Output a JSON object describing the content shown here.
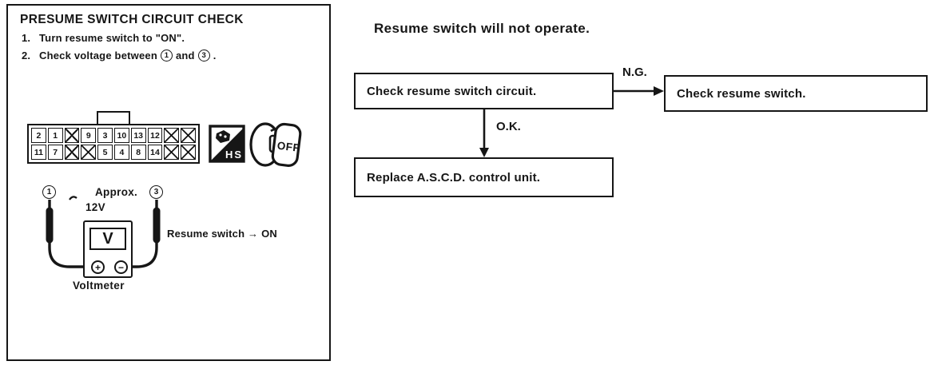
{
  "panel": {
    "title": "PRESUME SWITCH CIRCUIT CHECK",
    "steps": [
      {
        "num": "1.",
        "text": "Turn resume switch to \"ON\"."
      },
      {
        "num": "2.",
        "before": "Check voltage between",
        "pin_a": "1",
        "mid": "and",
        "pin_b": "3",
        "after": "."
      }
    ],
    "connector": {
      "top_row": [
        "2",
        "1",
        "X",
        "9",
        "3",
        "10",
        "13",
        "12",
        "X",
        "X"
      ],
      "bottom_row": [
        "11",
        "7",
        "X",
        "X",
        "5",
        "4",
        "8",
        "14",
        "X",
        "X"
      ],
      "hs_label": "HS"
    },
    "ignition_icon_label": "OFF",
    "meter": {
      "pin_left": "1",
      "pin_right": "3",
      "approx_line1": "Approx.",
      "approx_line2": "12V",
      "display": "V",
      "plus": "+",
      "minus": "−",
      "label": "Voltmeter",
      "note": "Resume switch → ON"
    }
  },
  "flowchart": {
    "title": "Resume switch will not operate.",
    "boxes": [
      {
        "label": "Check resume switch circuit."
      },
      {
        "label": "Check resume switch."
      },
      {
        "label": "Replace A.S.C.D. control unit."
      }
    ],
    "edges": [
      {
        "label": "N.G."
      },
      {
        "label": "O.K."
      }
    ]
  },
  "colors": {
    "ink": "#161616",
    "paper": "#ffffff"
  }
}
